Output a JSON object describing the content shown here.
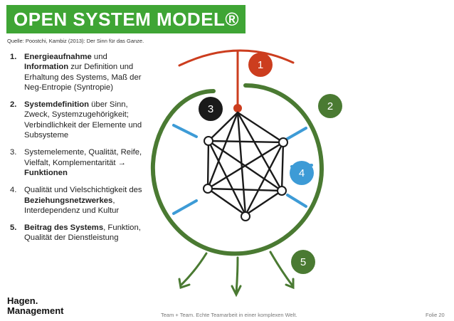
{
  "title": "OPEN SYSTEM MODEL®",
  "source": "Quelle: Poostchi, Kambiz (2013): Der Sinn für das Ganze.",
  "items": [
    {
      "num": "1.",
      "bold_num": true,
      "parts": [
        {
          "b": true,
          "t": "Energieaufnahme"
        },
        {
          "b": false,
          "t": " und "
        },
        {
          "b": true,
          "t": "Information"
        },
        {
          "b": false,
          "t": " zur Definition und Erhaltung des Systems, Maß der Neg-Entropie (Syntropie)"
        }
      ]
    },
    {
      "num": "2.",
      "bold_num": true,
      "parts": [
        {
          "b": true,
          "t": "Systemdefinition"
        },
        {
          "b": false,
          "t": " über Sinn, Zweck, Systemzugehörigkeit; Verbindlichkeit der Elemente und Subsysteme"
        }
      ]
    },
    {
      "num": "3.",
      "bold_num": false,
      "parts": [
        {
          "b": false,
          "t": "Systemelemente, Qualität, Reife, Vielfalt, Komplementarität → "
        },
        {
          "b": true,
          "t": "Funktionen"
        }
      ]
    },
    {
      "num": "4.",
      "bold_num": false,
      "parts": [
        {
          "b": false,
          "t": "Qualität und Vielschichtigkeit des "
        },
        {
          "b": true,
          "t": "Beziehungsnetzwerkes"
        },
        {
          "b": false,
          "t": ", Interdependenz und Kultur"
        }
      ]
    },
    {
      "num": "5.",
      "bold_num": true,
      "parts": [
        {
          "b": true,
          "t": "Beitrag des Systems"
        },
        {
          "b": false,
          "t": ", Funktion, Qualität der Dienstleistung"
        }
      ]
    }
  ],
  "badges": [
    {
      "label": "1",
      "color": "#cc3d1e"
    },
    {
      "label": "2",
      "color": "#4a7a32"
    },
    {
      "label": "3",
      "color": "#1a1a1a"
    },
    {
      "label": "4",
      "color": "#3d9bd6"
    },
    {
      "label": "5",
      "color": "#4a7a32"
    }
  ],
  "colors": {
    "title_bg": "#3fa535",
    "circle": "#4a7a32",
    "arrow_in": "#cc3d1e",
    "arrow_blue": "#3d9bd6",
    "network": "#1a1a1a"
  },
  "logo": {
    "line1": "Hagen.",
    "line2": "Management"
  },
  "footer": "Team + Team. Echte Teamarbeit in einer komplexen Welt.",
  "page": "Folie 20"
}
